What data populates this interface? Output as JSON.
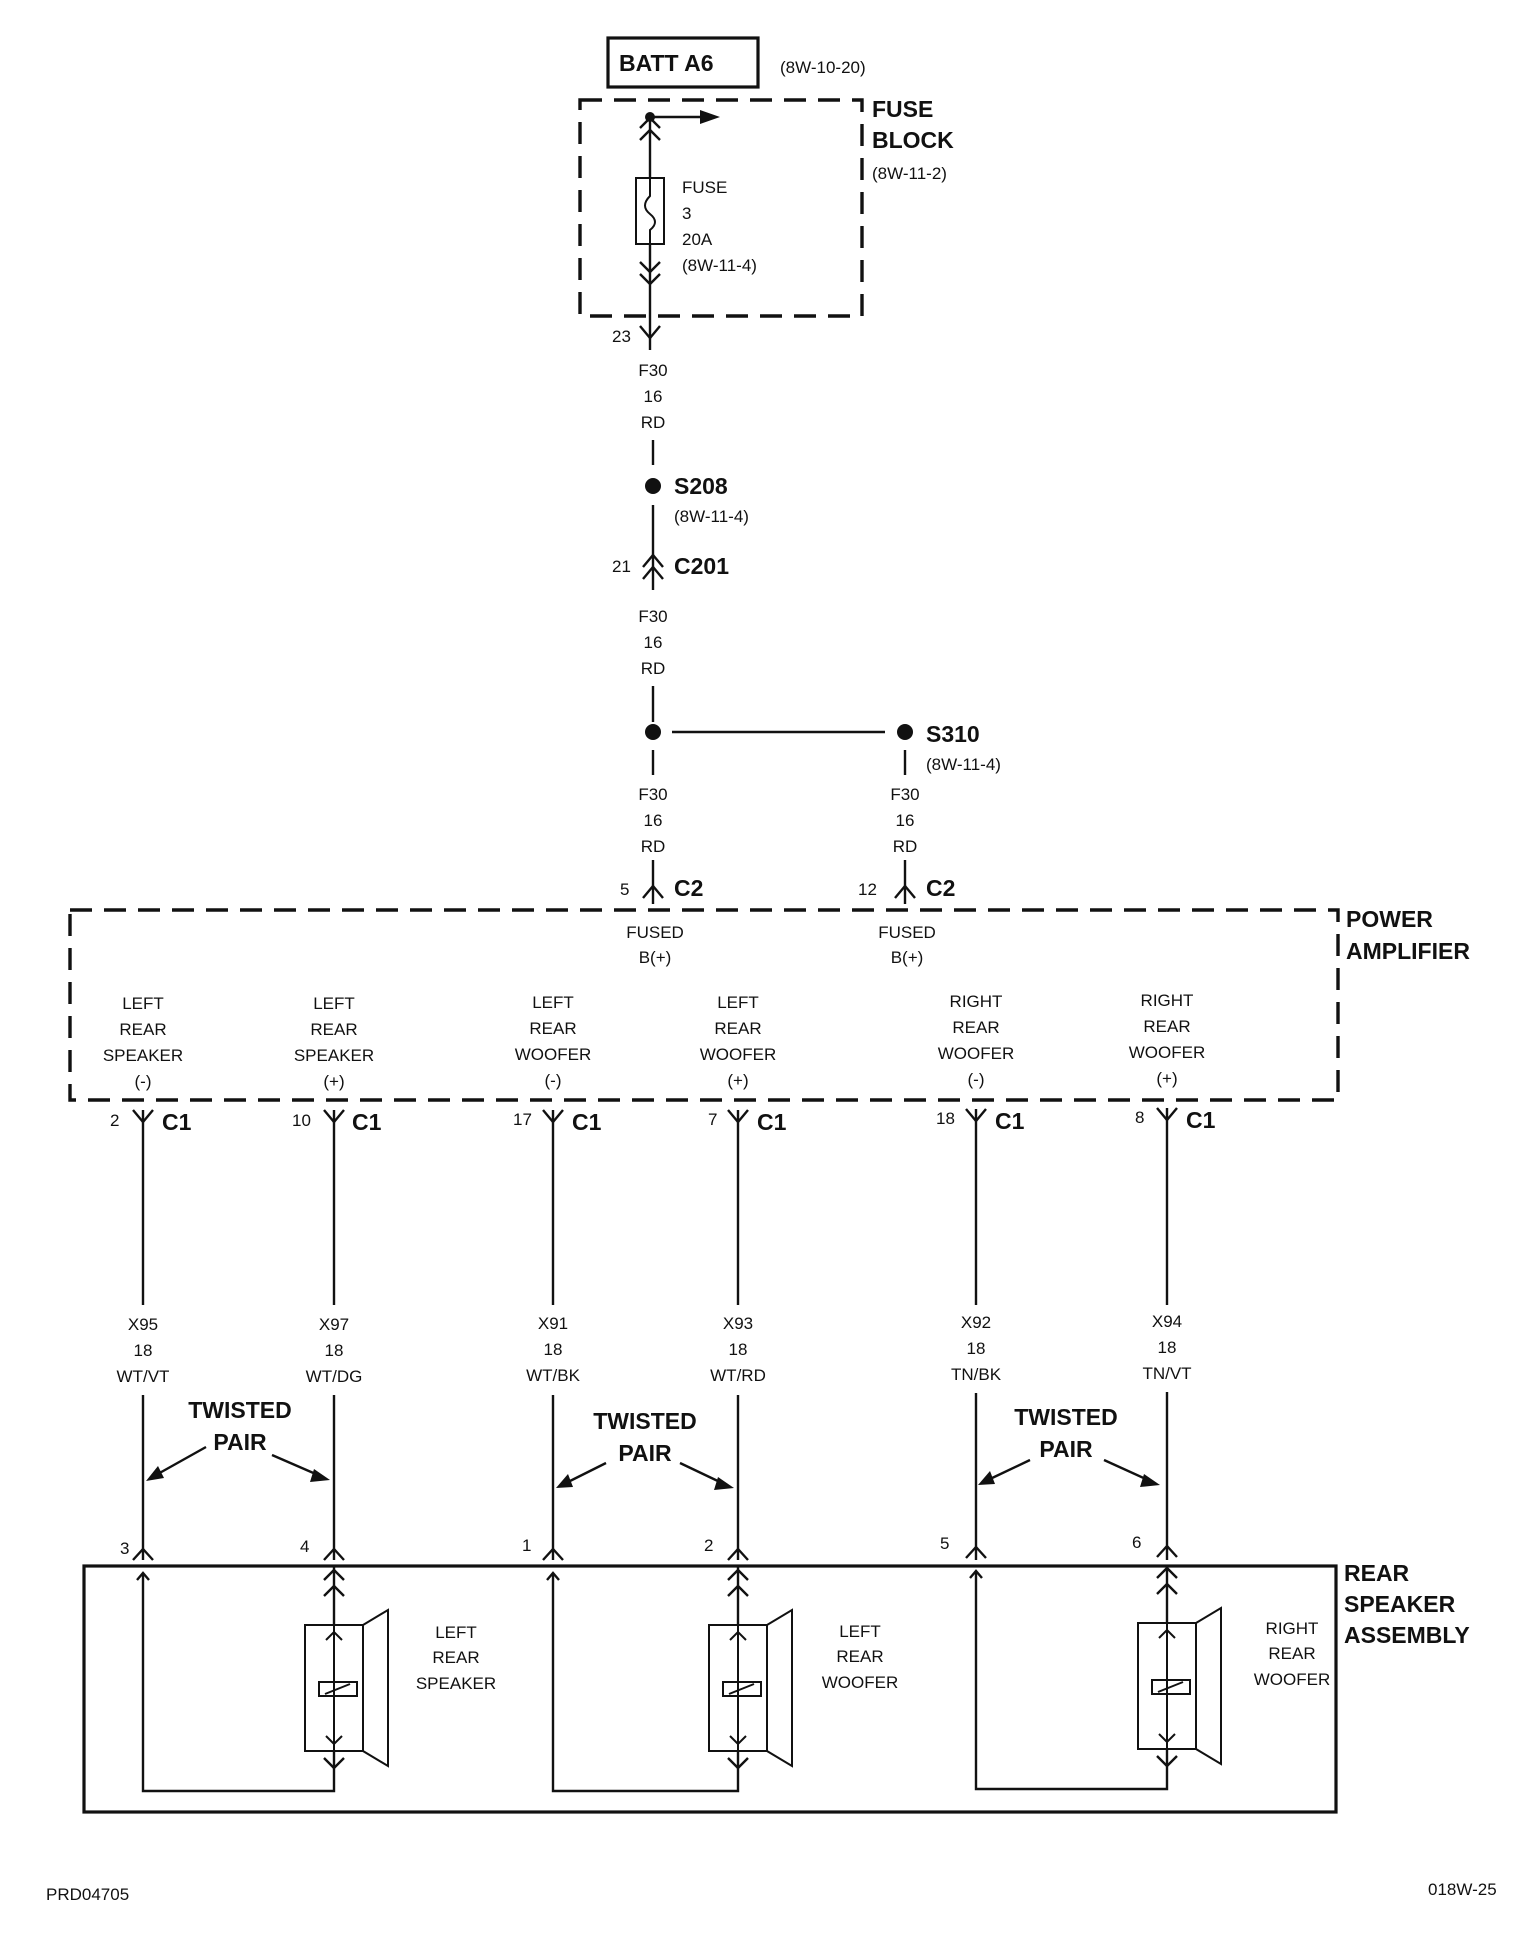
{
  "batt": {
    "label": "BATT A6",
    "ref": "(8W-10-20)"
  },
  "fuse_block": {
    "line1": "FUSE",
    "line2": "BLOCK",
    "ref": "(8W-11-2)"
  },
  "fuse": {
    "name": "FUSE",
    "number": "3",
    "rating": "20A",
    "ref": "(8W-11-4)"
  },
  "fuse_out_pin": "23",
  "wire_f30": {
    "circuit": "F30",
    "gauge": "16",
    "color": "RD"
  },
  "s208": {
    "name": "S208",
    "ref": "(8W-11-4)"
  },
  "c201": {
    "name": "C201",
    "pin": "21"
  },
  "s310": {
    "name": "S310",
    "ref": "(8W-11-4)"
  },
  "c2_left": {
    "pin": "5",
    "name": "C2",
    "line1": "FUSED",
    "line2": "B(+)"
  },
  "c2_right": {
    "pin": "12",
    "name": "C2",
    "line1": "FUSED",
    "line2": "B(+)"
  },
  "power_amp": {
    "line1": "POWER",
    "line2": "AMPLIFIER"
  },
  "amp_outputs": [
    {
      "l1": "LEFT",
      "l2": "REAR",
      "l3": "SPEAKER",
      "l4": "(-)",
      "pin": "2",
      "conn": "C1",
      "circuit": "X95",
      "gauge": "18",
      "color": "WT/VT",
      "spk_pin": "3"
    },
    {
      "l1": "LEFT",
      "l2": "REAR",
      "l3": "SPEAKER",
      "l4": "(+)",
      "pin": "10",
      "conn": "C1",
      "circuit": "X97",
      "gauge": "18",
      "color": "WT/DG",
      "spk_pin": "4"
    },
    {
      "l1": "LEFT",
      "l2": "REAR",
      "l3": "WOOFER",
      "l4": "(-)",
      "pin": "17",
      "conn": "C1",
      "circuit": "X91",
      "gauge": "18",
      "color": "WT/BK",
      "spk_pin": "1"
    },
    {
      "l1": "LEFT",
      "l2": "REAR",
      "l3": "WOOFER",
      "l4": "(+)",
      "pin": "7",
      "conn": "C1",
      "circuit": "X93",
      "gauge": "18",
      "color": "WT/RD",
      "spk_pin": "2"
    },
    {
      "l1": "RIGHT",
      "l2": "REAR",
      "l3": "WOOFER",
      "l4": "(-)",
      "pin": "18",
      "conn": "C1",
      "circuit": "X92",
      "gauge": "18",
      "color": "TN/BK",
      "spk_pin": "5"
    },
    {
      "l1": "RIGHT",
      "l2": "REAR",
      "l3": "WOOFER",
      "l4": "(+)",
      "pin": "8",
      "conn": "C1",
      "circuit": "X94",
      "gauge": "18",
      "color": "TN/VT",
      "spk_pin": "6"
    }
  ],
  "twisted_pair": {
    "line1": "TWISTED",
    "line2": "PAIR"
  },
  "speakers": [
    {
      "l1": "LEFT",
      "l2": "REAR",
      "l3": "SPEAKER"
    },
    {
      "l1": "LEFT",
      "l2": "REAR",
      "l3": "WOOFER"
    },
    {
      "l1": "RIGHT",
      "l2": "REAR",
      "l3": "WOOFER"
    }
  ],
  "rear_assembly": {
    "line1": "REAR",
    "line2": "SPEAKER",
    "line3": "ASSEMBLY"
  },
  "footer": {
    "left": "PRD04705",
    "right": "018W-25"
  }
}
